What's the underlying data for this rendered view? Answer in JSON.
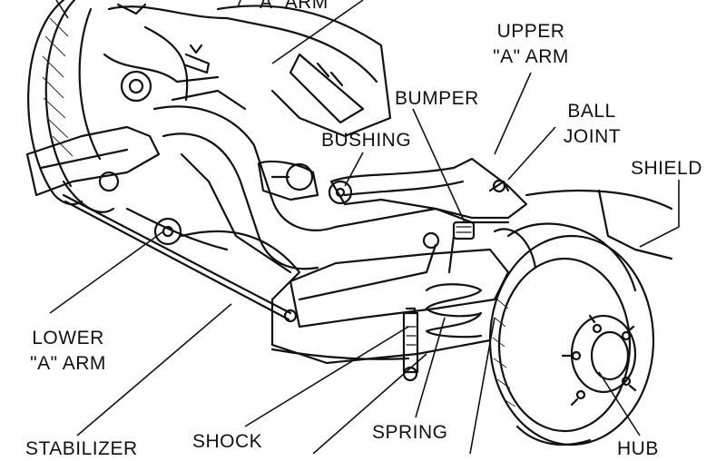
{
  "diagram": {
    "labels": {
      "top_a_arm": "\"A\" ARM",
      "upper_a_arm_line1": "UPPER",
      "upper_a_arm_line2": "\"A\" ARM",
      "bumper": "BUMPER",
      "ball_joint_line1": "BALL",
      "ball_joint_line2": "JOINT",
      "bushing": "BUSHING",
      "shield": "SHIELD",
      "lower_a_arm_line1": "LOWER",
      "lower_a_arm_line2": "\"A\" ARM",
      "shock": "SHOCK",
      "spring": "SPRING",
      "stabilizer": "STABILIZER",
      "hub": "HUB"
    }
  }
}
